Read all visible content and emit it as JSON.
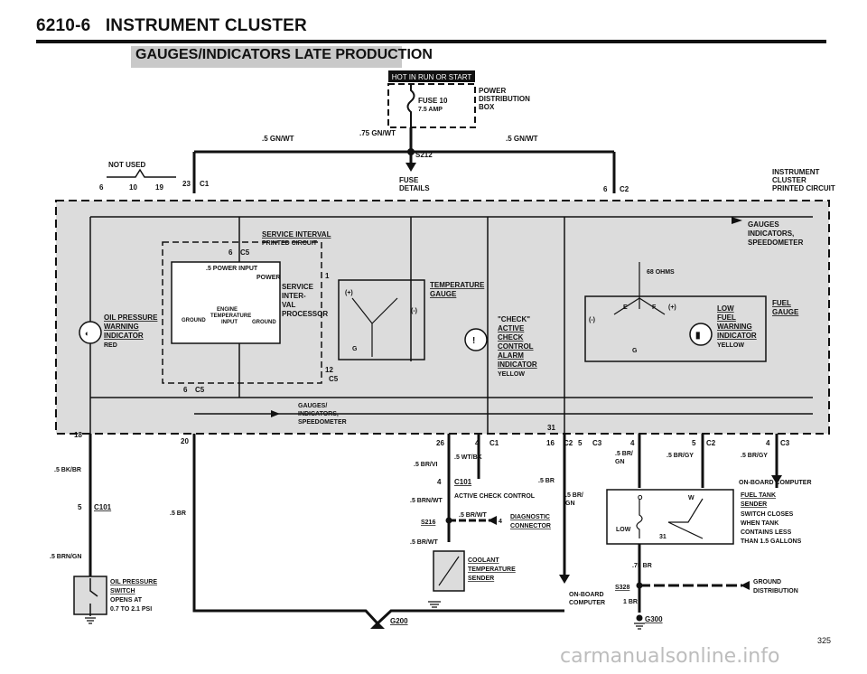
{
  "header": {
    "section_number": "6210-6",
    "section_title": "INSTRUMENT CLUSTER"
  },
  "subtitle": "GAUGES/INDICATORS LATE PRODUCTION",
  "diagram": {
    "hot_label": "HOT IN RUN OR START",
    "fuse": {
      "name": "FUSE 10",
      "rating": "7.5 AMP"
    },
    "power_box": [
      "POWER",
      "DISTRIBUTION",
      "BOX"
    ],
    "wires": {
      "gn_wt_left": ".5 GN/WT",
      "gn_wt_mid": ".75 GN/WT",
      "gn_wt_right": ".5 GN/WT",
      "bk_br": ".5 BK/BR",
      "br_left": ".5 BR",
      "brn_gn": ".5 BRN/GN",
      "br_vi": ".5 BR/VI",
      "wt_bk": ".5 WT/BK",
      "br_center": ".5 BR",
      "brn_wt": ".5 BRN/WT",
      "br_wt": ".5 BR/WT",
      "br_wt2": ".5 BR/WT",
      "br_gn_a": ".5 BR/",
      "gn_a": "GN",
      "br_gn_b": ".5 BR/",
      "gn_b": "GN",
      "br_gy_a": ".5 BR/GY",
      "br_gy_b": ".5 BR/GY",
      "br_075": ".75 BR",
      "br_1": "1 BR"
    },
    "splices": {
      "s212": "S212",
      "s216": "S216",
      "s328": "S328"
    },
    "grounds": {
      "g200": "G200",
      "g300": "G300"
    },
    "fuse_details": [
      "FUSE",
      "DETAILS"
    ],
    "not_used": "NOT USED",
    "cluster_label": [
      "INSTRUMENT",
      "CLUSTER",
      "PRINTED CIRCUIT"
    ],
    "gauges_top": [
      "GAUGES",
      "INDICATORS,",
      "SPEEDOMETER"
    ],
    "gauges_mid": [
      "GAUGES/",
      "INDICATORS,",
      "SPEEDOMETER"
    ],
    "service_interval": [
      "SERVICE INTERVAL",
      "PRINTED CIRCUIT"
    ],
    "power_input": [
      ".5 POWER INPUT",
      "POWER"
    ],
    "engine_input": [
      "ENGINE",
      "TEMPERATURE",
      "INPUT"
    ],
    "ground_lbl": "GROUND",
    "ground_lbl2": "GROUND",
    "sip": [
      "SERVICE",
      "INTER-",
      "VAL",
      "PROCESSOR"
    ],
    "temp_gauge": [
      "TEMPERATURE",
      "GAUGE"
    ],
    "check": [
      "\"CHECK\"",
      "ACTIVE",
      "CHECK",
      "CONTROL",
      "ALARM",
      "INDICATOR",
      "YELLOW"
    ],
    "oil_ind": [
      "OIL PRESSURE",
      "WARNING",
      "INDICATOR",
      "RED"
    ],
    "fuel_gauge": [
      "FUEL",
      "GAUGE"
    ],
    "low_fuel": [
      "LOW",
      "FUEL",
      "WARNING",
      "INDICATOR",
      "YELLOW"
    ],
    "ohms": "68 OHMS",
    "pins": {
      "p6a": "6",
      "p10": "10",
      "p19": "19",
      "p23": "23",
      "p6b": "6",
      "p6c": "6",
      "p1": "1",
      "p12": "12",
      "p6d": "6",
      "p18": "18",
      "p20": "20",
      "p26": "26",
      "p4a": "4",
      "p31": "31",
      "p16": "16",
      "p5a": "5",
      "p4b": "4",
      "p5b": "5",
      "p4c": "4",
      "p5c": "5",
      "p4d": "4",
      "p4e": "4",
      "p31b": "31",
      "pE": "E",
      "pF": "F",
      "pG": "G",
      "pG2": "G",
      "pO": "O",
      "pW": "W",
      "pPlus": "(+)",
      "pMinus": "(-)",
      "pPlus2": "(+)",
      "pMinus2": "(-)",
      "pPlus3": "(+)"
    },
    "connectors": {
      "c1": "C1",
      "c2": "C2",
      "c5": "C5",
      "c5b": "C5",
      "c5c": "C5",
      "c3": "C3",
      "c2b": "C2",
      "c3b": "C3",
      "c1b": "C1",
      "c101": "C101",
      "c101b": "C101",
      "c2c": "C2"
    },
    "active_check": "ACTIVE CHECK CONTROL",
    "diag": [
      "DIAGNOSTIC",
      "CONNECTOR"
    ],
    "coolant": [
      "COOLANT",
      "TEMPERATURE",
      "SENDER"
    ],
    "oil_switch": [
      "OIL PRESSURE",
      "SWITCH",
      "OPENS AT",
      "0.7 TO 2.1 PSI"
    ],
    "onboard_a": [
      "ON-BOARD",
      "COMPUTER"
    ],
    "onboard_b": "ON-BOARD COMPUTER",
    "fuel_tank": [
      "FUEL TANK",
      "SENDER",
      "SWITCH CLOSES",
      "WHEN TANK",
      "CONTAINS LESS",
      "THAN 1.5 GALLONS"
    ],
    "low_lbl": "LOW",
    "ground_dist": [
      "GROUND",
      "DISTRIBUTION"
    ]
  },
  "page_number": "325",
  "watermark": "carmanualsonline.info"
}
